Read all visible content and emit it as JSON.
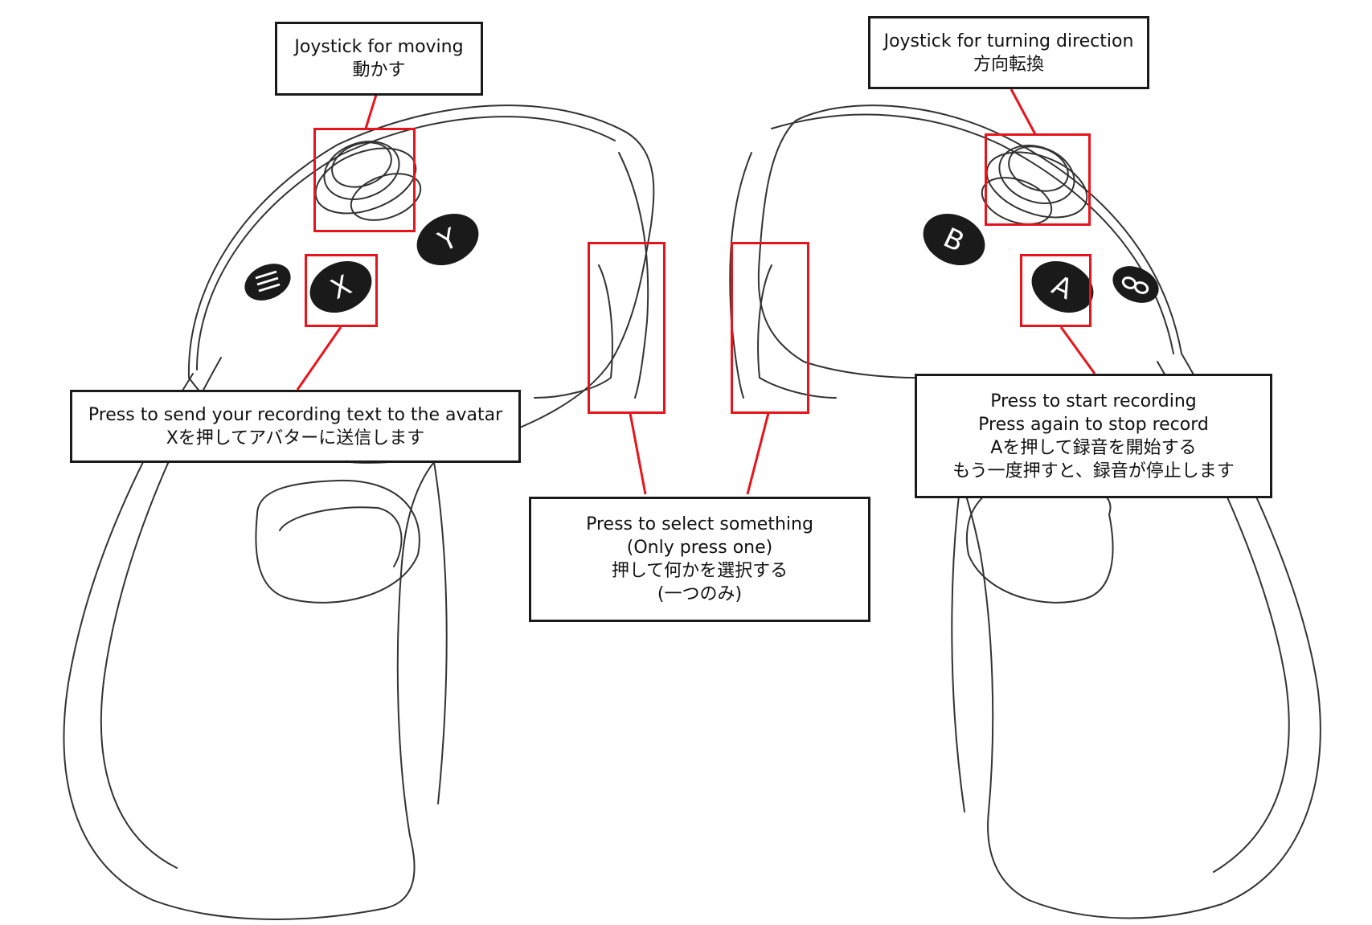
{
  "colors": {
    "highlight": "#e8141b",
    "outline": "#333333",
    "button_fill": "#1a1a1a",
    "background": "#ffffff"
  },
  "controller_buttons": {
    "left": {
      "y": "Y",
      "x": "X",
      "menu_icon": "menu-icon"
    },
    "right": {
      "b": "B",
      "a": "A",
      "system_icon": "oculus-icon"
    }
  },
  "callouts": {
    "left_joystick": {
      "en": "Joystick for moving",
      "ja": "動かす"
    },
    "right_joystick": {
      "en": "Joystick for turning direction",
      "ja": "方向転換"
    },
    "x_button": {
      "en": "Press to send your recording text to the avatar",
      "ja": "Xを押してアバターに送信します"
    },
    "trigger": {
      "en": "Press to select something",
      "en_note": "(Only press one)",
      "ja": "押して何かを選択する",
      "ja_note": "(一つのみ)"
    },
    "a_button": {
      "en": "Press to start recording",
      "en_again": "Press again to stop record",
      "ja": "Aを押して録音を開始する",
      "ja_again": "もう一度押すと、録音が停止します"
    }
  }
}
